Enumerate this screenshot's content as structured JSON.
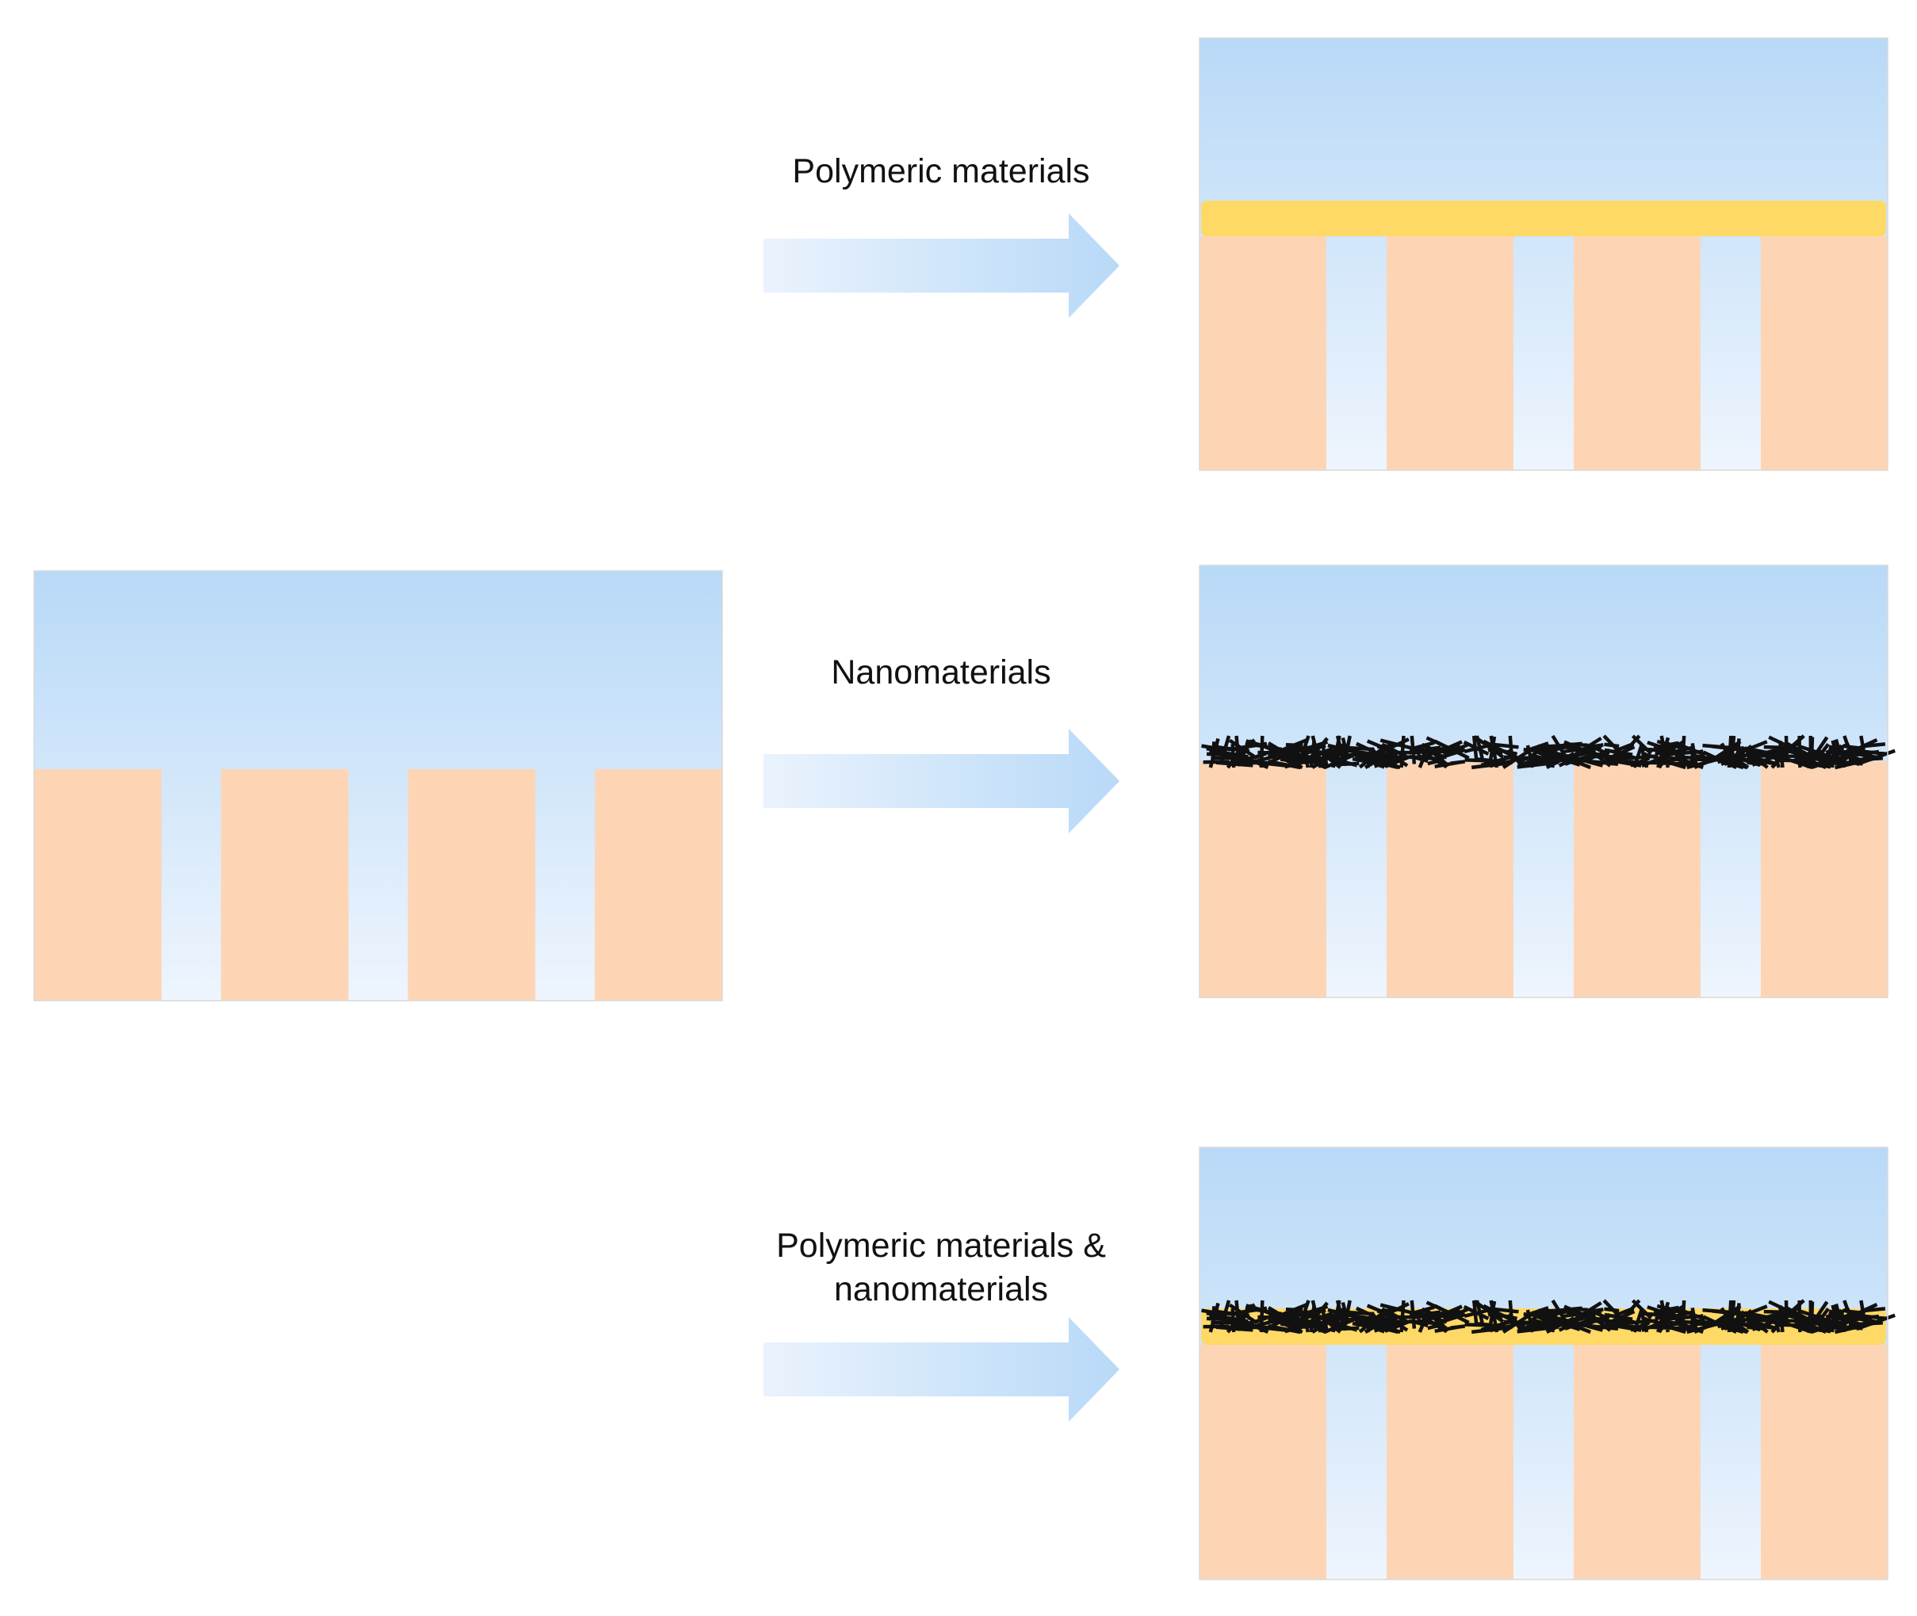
{
  "colors": {
    "pore_fill_top": "#b8d9f7",
    "pore_fill_bottom": "#eef5fd",
    "substrate": "#fdd5b5",
    "polymer_layer": "#ffd966",
    "nanomaterial_strokes": "#111111",
    "arrow_start": "#eaf3fd",
    "arrow_end": "#b8d9f7",
    "panel_border": "#d8d8d8"
  },
  "original_surface": {
    "channel_count": 3,
    "layer": "none"
  },
  "modifications": [
    {
      "label_lines": [
        "Polymeric materials"
      ],
      "layer": "polymer",
      "arrow_icon": "right-arrow-icon"
    },
    {
      "label_lines": [
        "Nanomaterials"
      ],
      "layer": "nano",
      "arrow_icon": "right-arrow-icon"
    },
    {
      "label_lines": [
        "Polymeric materials &",
        "nanomaterials"
      ],
      "layer": "polymer+nano",
      "arrow_icon": "right-arrow-icon"
    }
  ]
}
